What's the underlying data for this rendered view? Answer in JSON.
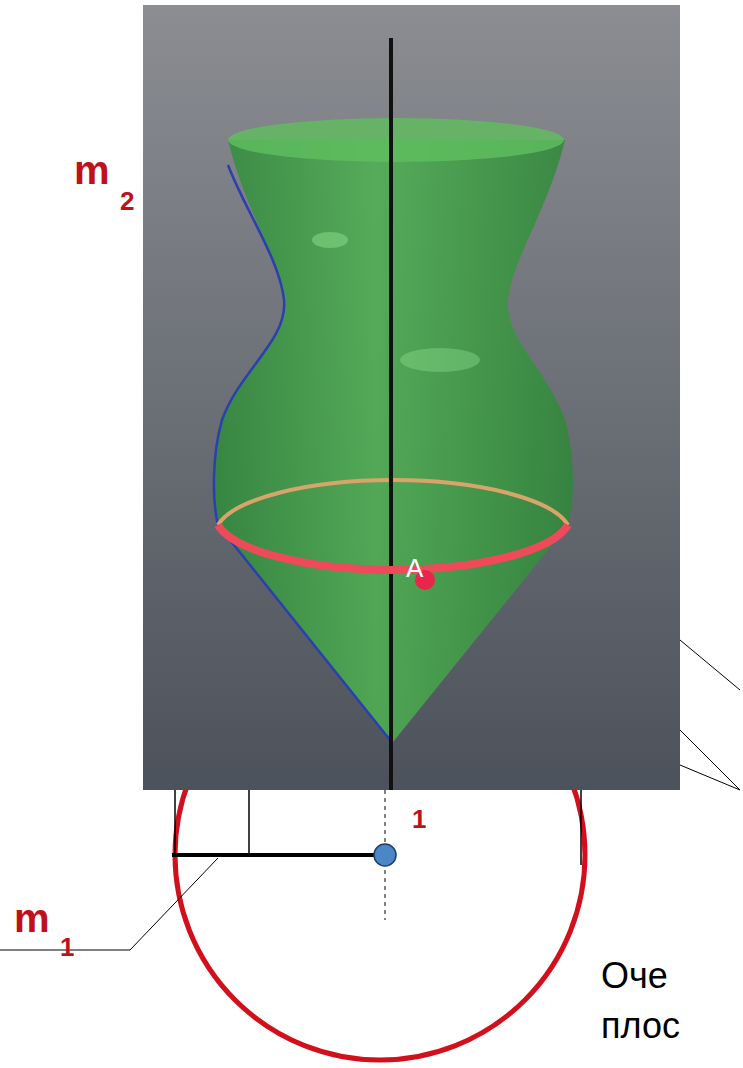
{
  "diagram": {
    "labels": [
      "m",
      "2",
      "A",
      "1",
      "m",
      "1",
      "Оче",
      "плос"
    ]
  }
}
